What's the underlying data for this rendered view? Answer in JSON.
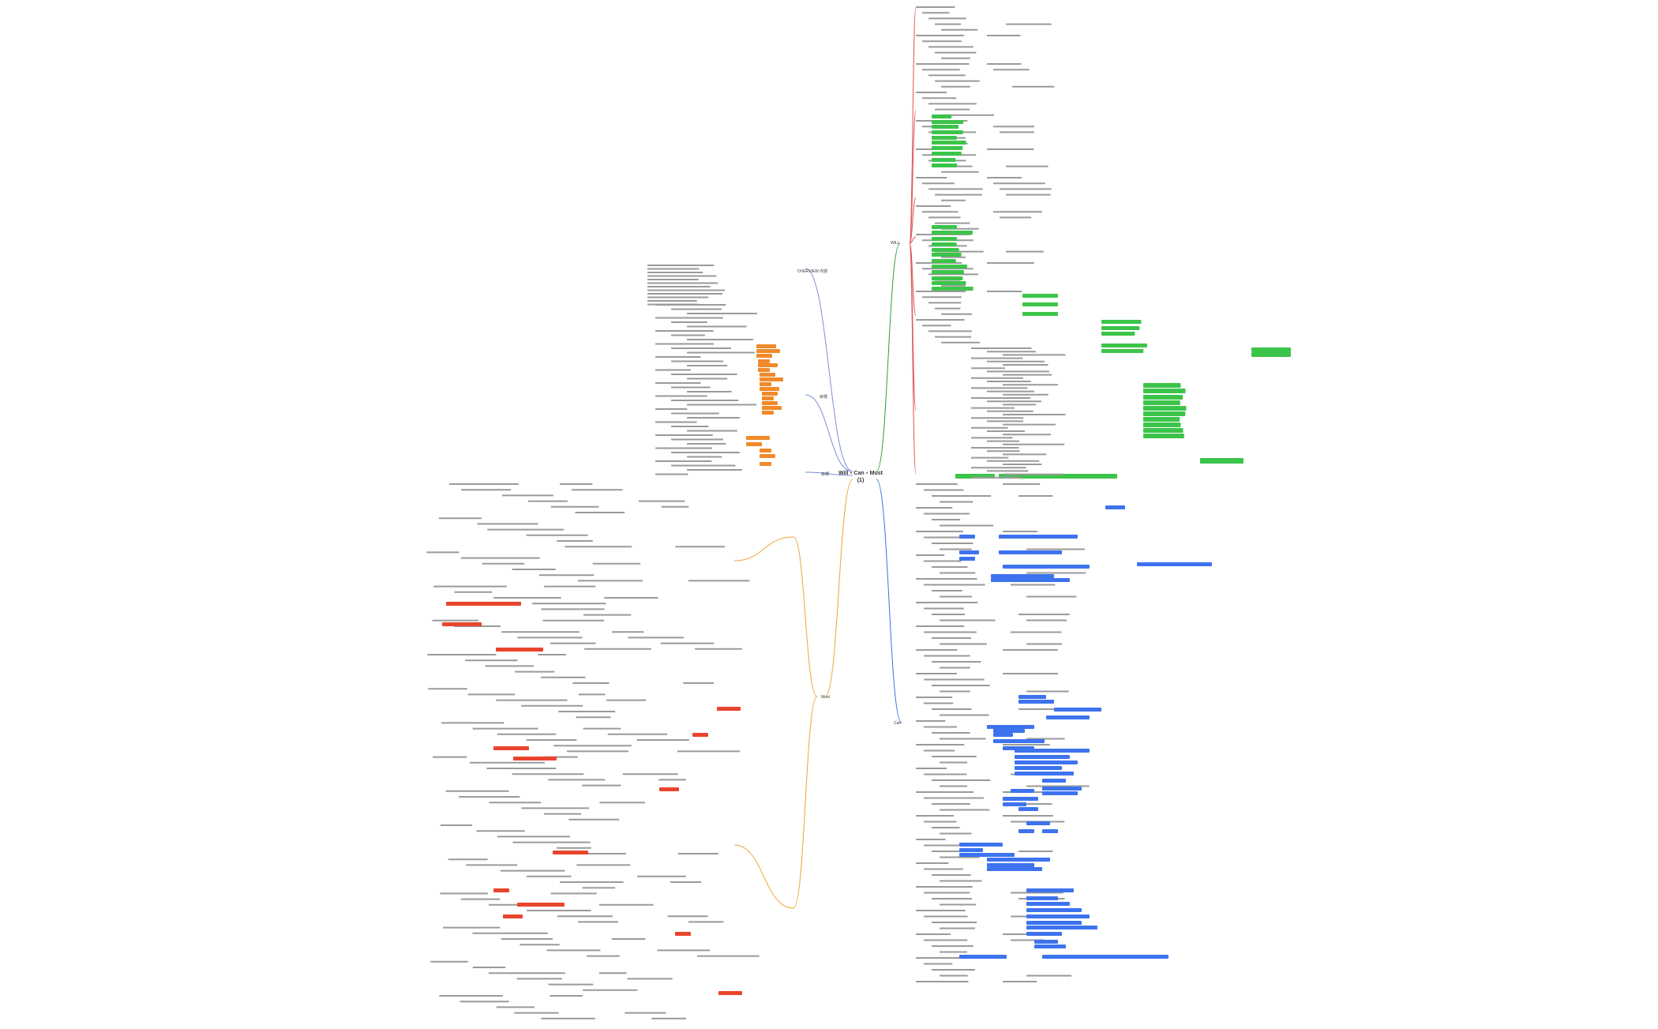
{
  "root": {
    "line1": "Will・Can・Must",
    "line2": "(1)"
  },
  "branches": [
    {
      "label": "WILL",
      "color": "#2e9d3b"
    },
    {
      "label": "Can",
      "color": "#3b6fe0"
    },
    {
      "label": "Must",
      "color": "#f2a33a"
    },
    {
      "label": "目標",
      "color": "#7b8fd6"
    },
    {
      "label": "目標",
      "color": "#7b8fd6"
    },
    {
      "label": "OVERVIEW 内容",
      "color": "#7b8fd6"
    }
  ],
  "colors": {
    "will": "#2e9d3b",
    "will_node": "#3cc44a",
    "can": "#3b6fe0",
    "can_node": "#3d73ee",
    "must": "#f2a33a",
    "orange_node": "#f08a2a",
    "red_node": "#e8452c",
    "goal": "#7b8fd6",
    "text_block": "#9a9a9a"
  }
}
